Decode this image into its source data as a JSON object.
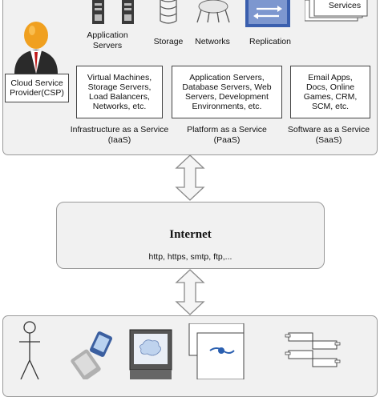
{
  "csp": {
    "label_line1": "Cloud Service",
    "label_line2": "Provider(CSP)"
  },
  "top_resources": [
    {
      "label_line1": "Application",
      "label_line2": "Servers",
      "icon": "server-rack-icon"
    },
    {
      "label": "Storage",
      "icon": "storage-cylinder-icon"
    },
    {
      "label": "Networks",
      "icon": "network-hub-icon"
    },
    {
      "label": "Replication",
      "icon": "replication-icon"
    },
    {
      "label": "Services",
      "icon": "services-window-icon"
    }
  ],
  "service_models": [
    {
      "box_lines": [
        "Virtual Machines,",
        "Storage Servers,",
        "Load Balancers,",
        "Networks, etc."
      ],
      "caption_line1": "Infrastructure as a Service",
      "caption_line2": "(IaaS)"
    },
    {
      "box_lines": [
        "Application Servers,",
        "Database Servers, Web",
        "Servers, Development",
        "Environments, etc."
      ],
      "caption_line1": "Platform as a Service",
      "caption_line2": "(PaaS)"
    },
    {
      "box_lines": [
        "Email Apps,",
        "Docs, Online",
        "Games, CRM,",
        "SCM, etc."
      ],
      "caption_line1": "Software as a Service",
      "caption_line2": "(SaaS)"
    }
  ],
  "internet": {
    "title": "Internet",
    "protocols": "http, https, smtp, ftp,..."
  },
  "colors": {
    "panel_bg": "#f1f1f1",
    "panel_border": "#9a9a9a",
    "csp_head": "#f0a020",
    "csp_suit": "#2a2a2a",
    "csp_tie": "#c01818",
    "replication_blue": "#3a5fae",
    "arrow_fill": "#f5f5f5",
    "arrow_stroke": "#8a8a8a"
  }
}
